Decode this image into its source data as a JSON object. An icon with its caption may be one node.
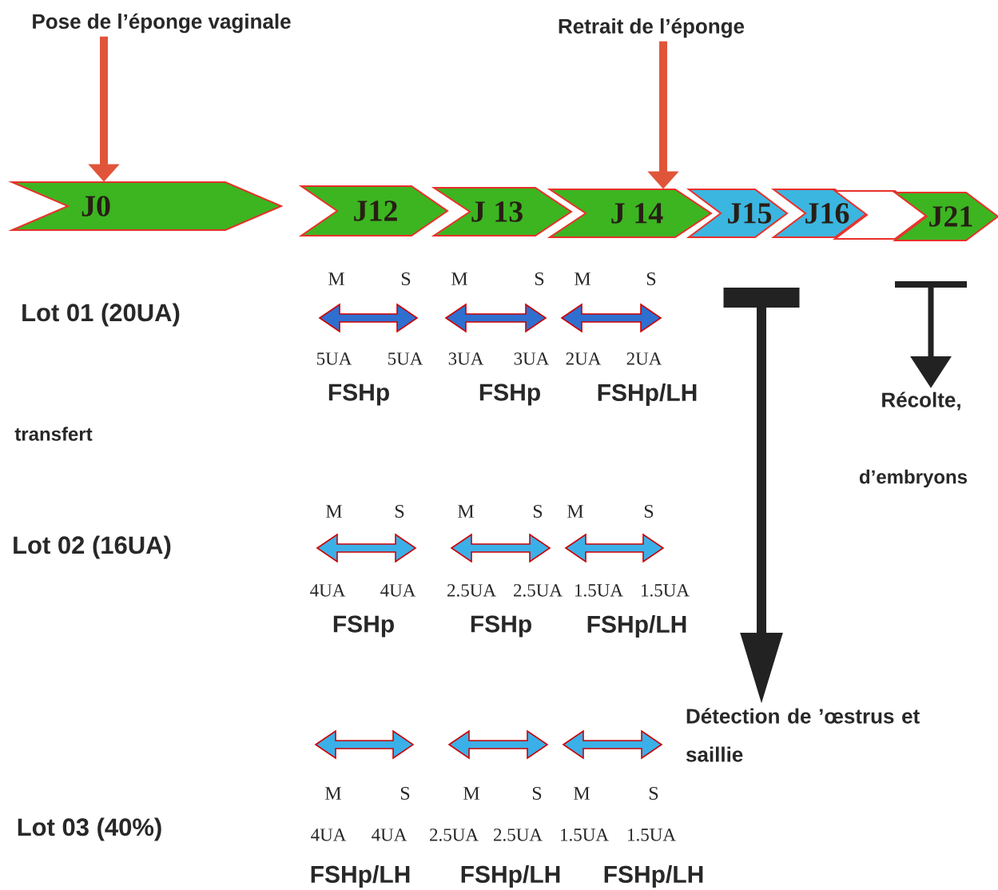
{
  "diagram": {
    "nodes": [
      {
        "text": [
          "Pose de l’éponge vaginale"
        ]
      },
      {
        "text": [
          "Retrait de l’éponge"
        ]
      },
      {
        "text": [
          "J0"
        ]
      },
      {
        "text": [
          "J12"
        ]
      },
      {
        "text": [
          "J 13"
        ]
      },
      {
        "text": [
          "J 14"
        ]
      },
      {
        "text": [
          "J15"
        ]
      },
      {
        "text": [
          "J16"
        ]
      },
      {
        "text": [],
        "shape": "chevron"
      },
      {
        "text": [
          "J21"
        ]
      },
      {
        "text": [
          "Récolte,"
        ]
      },
      {
        "text": [
          "Détection de ’œstrus et saillie"
        ]
      }
    ],
    "edges": [
      {
        "from": 0,
        "to": 2,
        "arrow": "to",
        "color": "#e0553a"
      },
      {
        "from": 1,
        "to": 5,
        "arrow": "to",
        "color": "#e0553a"
      },
      {
        "from": null,
        "to": 11,
        "arrow": "to",
        "color": "#222222"
      },
      {
        "from": null,
        "to": 10,
        "arrow": "to",
        "color": "#222222"
      }
    ],
    "labels": [
      "M",
      "S",
      "M",
      "S",
      "M",
      "S",
      "Lot 01 (20UA)",
      "5UA",
      "5UA",
      "3UA",
      "3UA",
      "2UA",
      "2UA",
      "FSHp",
      "FSHp",
      "FSHp/LH",
      "transfert",
      "d’embryons",
      "M",
      "S",
      "M",
      "S",
      "M",
      "S",
      "Lot 02 (16UA)",
      "4UA",
      "4UA",
      "2.5UA",
      "2.5UA",
      "1.5UA",
      "1.5UA",
      "FSHp",
      "FSHp",
      "FSHp/LH",
      "M",
      "S",
      "M",
      "S",
      "M",
      "S",
      "Lot 03 (40%)",
      "4UA",
      "4UA",
      "2.5UA",
      "2.5UA",
      "1.5UA",
      "1.5UA",
      "FSHp/LH",
      "FSHp/LH",
      "FSHp/LH"
    ]
  }
}
